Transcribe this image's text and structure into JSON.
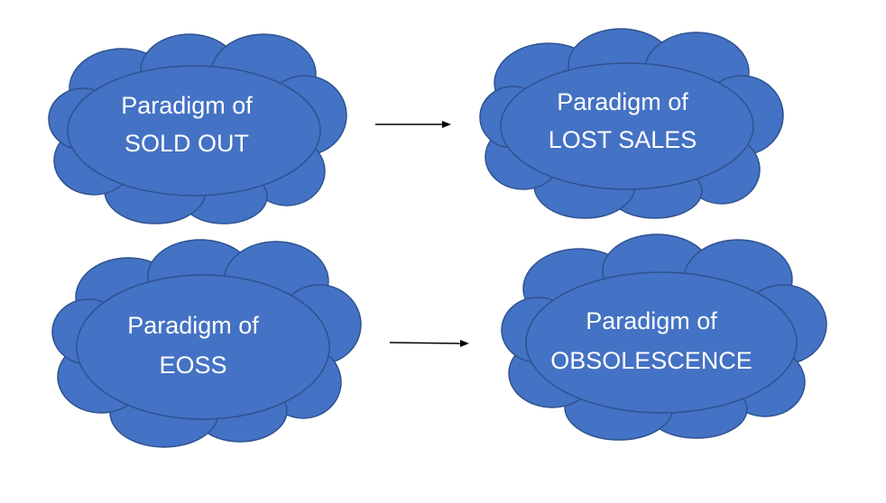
{
  "clouds": {
    "sold_out": {
      "line1": "Paradigm of",
      "line2": "SOLD OUT"
    },
    "lost_sales": {
      "line1": "Paradigm of",
      "line2": "LOST SALES"
    },
    "eoss": {
      "line1": "Paradigm of",
      "line2": "EOSS"
    },
    "obsolescence": {
      "line1": "Paradigm of",
      "line2": "OBSOLESCENCE"
    }
  },
  "colors": {
    "cloud_fill": "#4472C4",
    "cloud_outline": "#2F528F",
    "text": "#FFFFFF",
    "arrow": "#000000"
  }
}
